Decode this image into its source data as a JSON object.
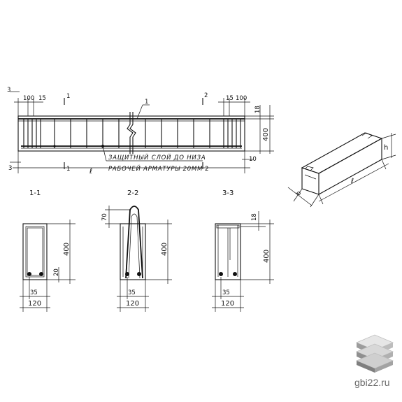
{
  "plan": {
    "dim_left_3": "3",
    "dim_100_left": "100",
    "dim_15_left": "15",
    "dim_15_right": "15",
    "dim_100_right": "100",
    "dim_18_top": "18",
    "dim_400_height": "400",
    "dim_3_bottom": "3",
    "dim_10_bottom": "10",
    "length_label": "ℓ",
    "cut_1_top": "1",
    "cut_1_bottom": "1",
    "cut_2_top": "2",
    "cut_2_bottom": "2",
    "bar_mark": "1",
    "note_line1": "ЗАЩИТНЫЙ  СЛОЙ  ДО  НИЗА",
    "note_line2": "РАБОЧЕЙ  АРМАТУРЫ  20ММ"
  },
  "sections": {
    "s11_title": "1-1",
    "s22_title": "2-2",
    "s33_title": "3-3",
    "s11_height": "400",
    "s11_20": "20",
    "s11_35": "35",
    "s11_width": "120",
    "s22_70": "70",
    "s22_height": "400",
    "s22_35": "35",
    "s22_width": "120",
    "s33_18": "18",
    "s33_height": "400",
    "s33_35": "35",
    "s33_width": "120"
  },
  "iso": {
    "h_label": "h",
    "b_label": "b",
    "l_label": "ℓ"
  },
  "watermark": {
    "site": "gbi22.ru"
  }
}
